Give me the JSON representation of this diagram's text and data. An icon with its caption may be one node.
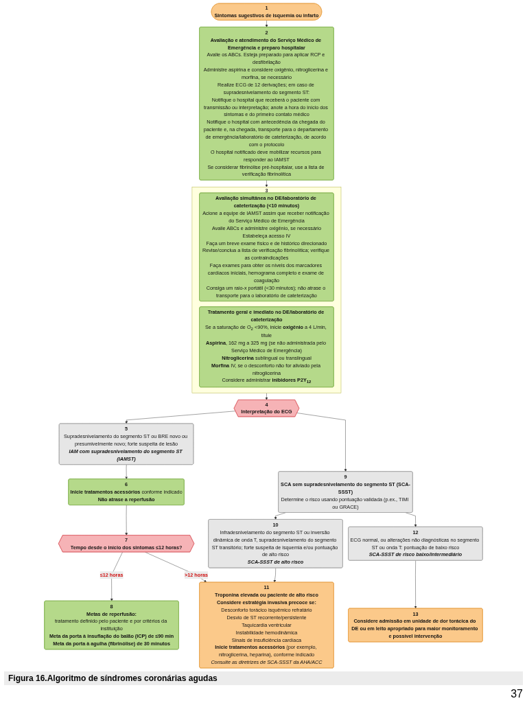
{
  "diagram": {
    "caption": "Figura 16.Algoritmo de síndromes coronárias agudas",
    "nodes": [
      {
        "text": [
          "1",
          "Sintomas sugestivos de isquemia ou infarto"
        ]
      },
      {
        "text": [
          "2",
          "Avaliação e atendimento do Serviço Médico de Emergência e preparo hospitalar",
          "Avalie os ABCs. Esteja preparado para aplicar RCP e desfibrilação",
          "Administre aspirina e considere oxigênio, nitroglicerina e morfina, se necessário",
          "Realize ECG de 12 derivações; em caso de supradesnivelamento do segmento ST:",
          "Notifique o hospital que receberá o paciente com transmissão ou interpretação; anote a hora do início dos sintomas e do primeiro contato médico",
          "Notifique o hospital com antecedência da chegada do paciente e, na chegada, transporte para o departamento de emergência/laboratório de cateterização, de acordo com o protocolo",
          "O hospital notificado deve mobilizar recursos para responder ao IAMST",
          "Se considerar fibrinólise pré-hospitalar, use a lista de verificação fibrinolítica"
        ]
      },
      {
        "text": [
          "3"
        ]
      },
      {
        "text": [
          "Avaliação simultânea no DE/laboratório de cateterização (<10 minutos)",
          "Acione a equipe de IAMST assim que receber notificação do Serviço Médico de Emergência",
          "Avalie ABCs e administre oxigênio, se necessário",
          "Estabeleça acesso IV",
          "Faça um breve exame físico e de histórico direcionado",
          "Revise/conclua a lista de verificação fibrinolítica; verifique as contraindicações",
          "Faça exames para obter os níveis dos marcadores cardíacos iniciais, hemograma completo e exame de coagulação",
          "Consiga um raio-x portátil (<30 minutos); não atrase o transporte para o laboratório de cateterização"
        ],
        "in": 2
      },
      {
        "text": [
          "Tratamento geral e imediato no DE/laboratório de cateterização",
          "Se a saturação de O$_{2}$ <90%, inicie **oxigênio** a 4 L/min, titule",
          "**Aspirina**, 162 mg a 325 mg (se não administrada pelo Serviço Médico de Emergência)",
          "**Nitroglicerina** sublingual ou translingual",
          "**Morfina** IV, se o desconforto não for aliviado pela nitroglicerina",
          "Considere administrar **inibidores P2Y$_{12}$**"
        ],
        "in": 2
      },
      {
        "text": [
          "4",
          "Interpretação do ECG"
        ]
      },
      {
        "text": [
          "5",
          "Supradesnivelamento do segmento ST ou BRE novo ou presumivelmente novo; forte suspeita de lesão",
          "IAM com supradesnivelamento do segmento ST (IAMST)"
        ]
      },
      {
        "text": [
          "6",
          "**Inicie tratamentos acessórios** conforme indicado",
          "Não atrase a reperfusão"
        ]
      },
      {
        "text": [
          "7",
          "Tempo desde o início dos sintomas ≤12 horas?"
        ]
      },
      {
        "text": [
          "8",
          "Metas de reperfusão:",
          "tratamento definido pelo paciente e por critérios da instituição",
          "Meta da porta à insuflação do balão (ICP) de ≤90 min",
          "Meta da porta à agulha (fibrinólise) de 30 minutos"
        ]
      },
      {
        "text": [
          "9",
          "SCA sem supradesnivelamento do segmento ST (SCA-SSST)",
          "Determine o risco usando pontuação validada (p.ex., TIMI ou GRACE)"
        ]
      },
      {
        "text": [
          "10",
          "Infradesnivelamento do segmento ST ou inversão dinâmica de onda T, supradesnivelamento do segmento ST transitório; forte suspeita de isquemia e/ou pontuação de alto risco",
          "SCA-SSST de alto risco"
        ]
      },
      {
        "text": [
          "11",
          "Troponina elevada ou paciente de alto risco",
          "Considere estratégia invasiva precoce se:",
          "Desconforto torácico isquêmico refratário",
          "Desvio de ST recorrente/persistente",
          "Taquicardia ventricular",
          "Instabilidade hemodinâmica",
          "Sinais de insuficiência cardíaca",
          "**Inicie tratamentos acessórios** (por exemplo, nitroglicerina, heparina), conforme indicado",
          "Consulte as diretrizes de SCA-SSST da AHA/ACC"
        ]
      },
      {
        "text": [
          "12",
          "ECG normal, ou alterações não diagnósticas no segmento ST ou onda T: pontuação de baixo risco",
          "SCA-SSST de risco baixo/intermediário"
        ]
      },
      {
        "text": [
          "13",
          "Considere admissão em unidade de dor torácica do DE ou em leito apropriado para maior monitoramento e possível intervenção"
        ]
      }
    ],
    "edges": [
      {
        "from": 0,
        "to": 1,
        "arrow": "to"
      },
      {
        "from": 1,
        "to": 2,
        "arrow": "to"
      },
      {
        "from": 2,
        "to": 5,
        "arrow": "to"
      },
      {
        "from": 5,
        "to": 6,
        "arrow": "to"
      },
      {
        "from": 5,
        "to": 10,
        "arrow": "to"
      },
      {
        "from": 6,
        "to": 7,
        "arrow": "to"
      },
      {
        "from": 7,
        "to": 8,
        "arrow": "to"
      },
      {
        "from": 8,
        "to": 9,
        "arrow": "to",
        "label": "≤12 horas"
      },
      {
        "from": 8,
        "to": 12,
        "arrow": "to",
        "label": ">12 horas"
      },
      {
        "from": 10,
        "to": 11,
        "arrow": "to"
      },
      {
        "from": 10,
        "to": 13,
        "arrow": "to"
      },
      {
        "from": 11,
        "to": 12,
        "arrow": "to"
      },
      {
        "from": 13,
        "to": 14,
        "arrow": "to"
      }
    ],
    "labels": [
      "37"
    ]
  }
}
